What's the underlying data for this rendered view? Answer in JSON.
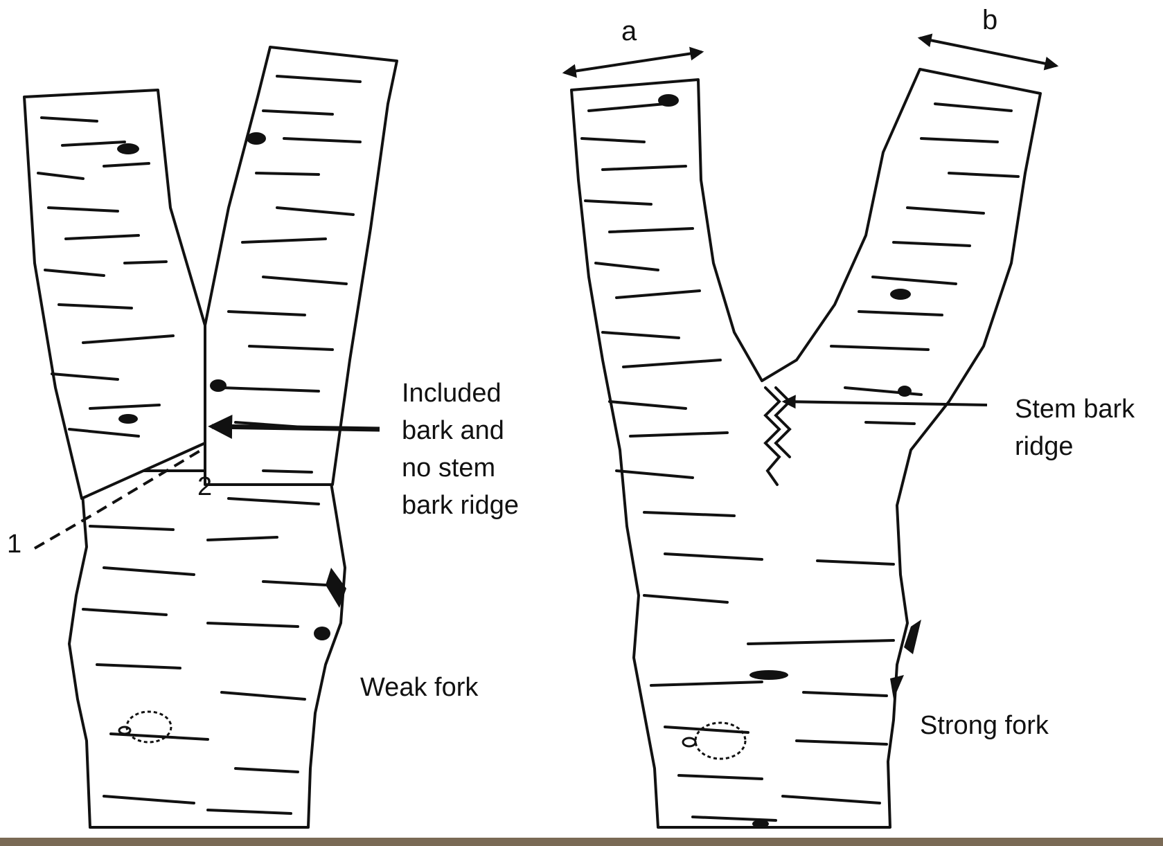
{
  "figure": {
    "weak_fork": {
      "caption": "Weak fork",
      "marker_1": "1",
      "marker_2": "2",
      "callout_lines": [
        "Included",
        "bark and",
        "no stem",
        "bark ridge"
      ]
    },
    "strong_fork": {
      "caption": "Strong fork",
      "dimension_a": "a",
      "dimension_b": "b",
      "callout_lines": [
        "Stem bark",
        "ridge"
      ]
    }
  },
  "colors": {
    "ink": "#111111",
    "paper": "#ffffff"
  }
}
